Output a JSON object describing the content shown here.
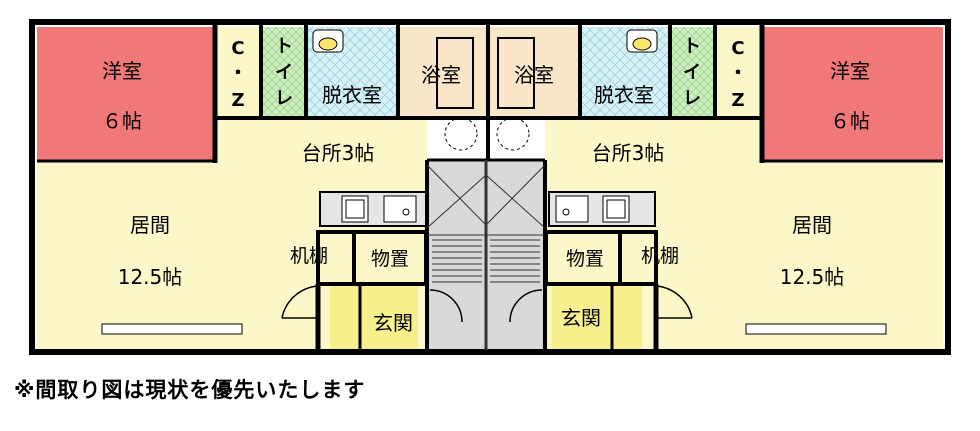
{
  "rooms": {
    "left": {
      "western_room_name": "洋室",
      "western_room_size": "６帖",
      "closet_1": "C",
      "closet_dot": "・",
      "closet_2": "Z",
      "toilet_1": "ト",
      "toilet_2": "イ",
      "toilet_3": "レ",
      "dressing_room": "脱衣室",
      "bathroom": "浴室",
      "kitchen": "台所3帖",
      "living_room_name": "居間",
      "living_room_size": "12.5帖",
      "desk_shelf": "机棚",
      "storage": "物置",
      "entrance": "玄関"
    },
    "right": {
      "western_room_name": "洋室",
      "western_room_size": "６帖",
      "closet_1": "C",
      "closet_dot": "・",
      "closet_2": "Z",
      "toilet_1": "ト",
      "toilet_2": "イ",
      "toilet_3": "レ",
      "dressing_room": "脱衣室",
      "bathroom": "浴室",
      "kitchen": "台所3帖",
      "living_room_name": "居間",
      "living_room_size": "12.5帖",
      "desk_shelf": "机棚",
      "storage": "物置",
      "entrance": "玄関"
    }
  },
  "colors": {
    "western_room": "#f07878",
    "living_area": "#fbf7c8",
    "entrance": "#f8f08c",
    "bathroom": "#f9e6c9",
    "dressing_room": "#d7f1f6",
    "toilet": "#cdeec0",
    "stairs": "#d9d9d9",
    "wall": "#000000"
  },
  "note": "※間取り図は現状を優先いたします"
}
